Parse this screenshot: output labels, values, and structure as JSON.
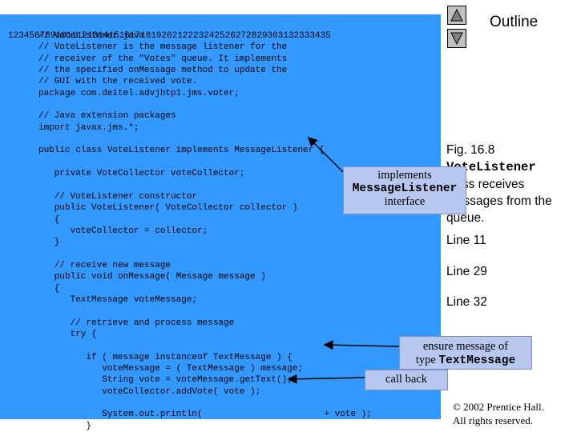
{
  "code_lines": [
    {
      "num": "1",
      "text": "// VoteListener.java"
    },
    {
      "num": "2",
      "text": "// VoteListener is the message listener for the"
    },
    {
      "num": "3",
      "text": "// receiver of the \"Votes\" queue. It implements"
    },
    {
      "num": "4",
      "text": "// the specified onMessage method to update the"
    },
    {
      "num": "5",
      "text": "// GUI with the received vote."
    },
    {
      "num": "6",
      "text": "package com.deitel.advjhtp1.jms.voter;"
    },
    {
      "num": "7",
      "text": ""
    },
    {
      "num": "8",
      "text": "// Java extension packages"
    },
    {
      "num": "9",
      "text": "import javax.jms.*;"
    },
    {
      "num": "10",
      "text": ""
    },
    {
      "num": "11",
      "text": "public class VoteListener implements MessageListener {"
    },
    {
      "num": "12",
      "text": ""
    },
    {
      "num": "13",
      "text": "   private VoteCollector voteCollector;"
    },
    {
      "num": "14",
      "text": ""
    },
    {
      "num": "15",
      "text": "   // VoteListener constructor"
    },
    {
      "num": "16",
      "text": "   public VoteListener( VoteCollector collector )"
    },
    {
      "num": "17",
      "text": "   {"
    },
    {
      "num": "18",
      "text": "      voteCollector = collector;"
    },
    {
      "num": "19",
      "text": "   }"
    },
    {
      "num": "20",
      "text": ""
    },
    {
      "num": "21",
      "text": "   // receive new message"
    },
    {
      "num": "22",
      "text": "   public void onMessage( Message message )"
    },
    {
      "num": "23",
      "text": "   {"
    },
    {
      "num": "24",
      "text": "      TextMessage voteMessage;"
    },
    {
      "num": "25",
      "text": ""
    },
    {
      "num": "26",
      "text": "      // retrieve and process message"
    },
    {
      "num": "27",
      "text": "      try {"
    },
    {
      "num": "28",
      "text": ""
    },
    {
      "num": "29",
      "text": "         if ( message instanceof TextMessage ) {"
    },
    {
      "num": "30",
      "text": "            voteMessage = ( TextMessage ) message;"
    },
    {
      "num": "31",
      "text": "            String vote = voteMessage.getText();"
    },
    {
      "num": "32",
      "text": "            voteCollector.addVote( vote );"
    },
    {
      "num": "33",
      "text": ""
    },
    {
      "num": "34",
      "text": "            System.out.println(                       + vote );"
    },
    {
      "num": "35",
      "text": "         }"
    }
  ],
  "nav": {
    "up_icon": "triangle-up-icon",
    "down_icon": "triangle-down-icon"
  },
  "outline_label": "Outline",
  "caption": {
    "fig": "Fig. 16.8",
    "class_name": "VoteListener",
    "rest": "class receives",
    "rest2": "messages from the",
    "rest3": "queue."
  },
  "line_refs": [
    "Line 11",
    "Line 29",
    "Line 32"
  ],
  "callouts": {
    "implements": {
      "line1": "implements",
      "line2": "MessageListener",
      "line3": "interface"
    },
    "ensure": {
      "line1": "ensure message of",
      "line2_pre": "type ",
      "line2_mono": "TextMessage"
    },
    "callback": "call back"
  },
  "copyright": {
    "line1": "© 2002 Prentice Hall.",
    "line2": "All rights reserved."
  },
  "colors": {
    "panel": "#3399ff",
    "callout": "#b7c7ef",
    "button": "#c0c0c0"
  }
}
